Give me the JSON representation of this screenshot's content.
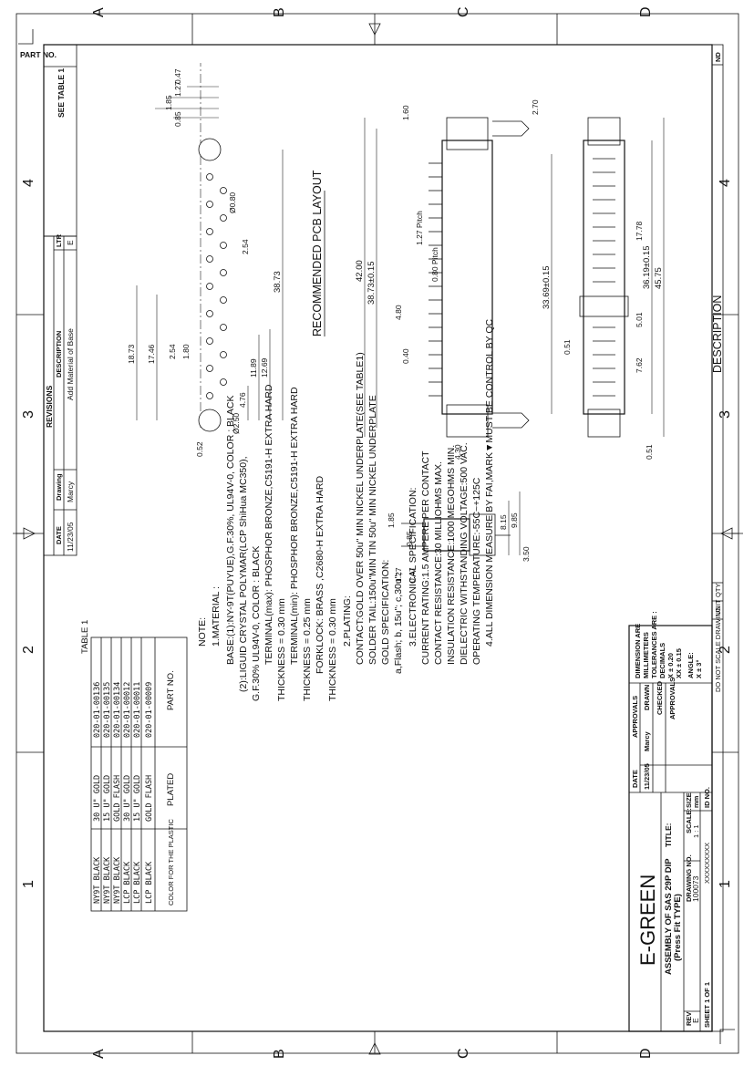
{
  "zones": {
    "letters": [
      "A",
      "B",
      "C",
      "D"
    ],
    "numbers": [
      "4",
      "3",
      "2",
      "1"
    ]
  },
  "left_strip": {
    "nd": "ND",
    "description": "DESCRIPTION",
    "qty": "QTY",
    "unit": "UNIT",
    "dont_scale": "DO NOT SCALE DRAWING"
  },
  "part_no": {
    "label": "PART NO.",
    "value": "SEE TABLE 1"
  },
  "pcb_layout": {
    "title": "RECOMMENDED PCB LAYOUT",
    "dims": [
      "0.47",
      "1.27",
      "1.85",
      "0.85",
      "Ø0.80",
      "2.54",
      "38.73",
      "18.73",
      "17.46",
      "2.54",
      "1.80",
      "12.69",
      "11.89",
      "4.76",
      "Ø2.50",
      "0.52"
    ]
  },
  "side_view": {
    "dims": [
      "2.70",
      "1.60",
      "1.27 Pitch",
      "0.80 Pitch",
      "42.00",
      "38.73±0.15",
      "4.80",
      "0.40",
      "4.30"
    ]
  },
  "top_view": {
    "dims": [
      "45.75",
      "36.19±0.15",
      "17.78",
      "33.69±0.15",
      "5.01",
      "0.51",
      "7.62",
      "0.51"
    ]
  },
  "small_view": {
    "dims": [
      "9.85",
      "8.15",
      "1.85",
      "0.85",
      "3.50",
      "1.27",
      "0.47"
    ]
  },
  "revisions": {
    "title": "REVISIONS",
    "headers": [
      "LTR",
      "DESCRIPTION",
      "Drawing",
      "DATE"
    ],
    "rows": [
      {
        "ltr": "E",
        "description": "Add Material of Base",
        "drawing": "Marcy",
        "date": "11/23/05"
      }
    ]
  },
  "table1": {
    "title": "TABLE 1",
    "headers": [
      "PART NO.",
      "PLATED",
      "COLOR FOR THE PLASTIC"
    ],
    "rows": [
      [
        "020-01-00136",
        "30 U\" GOLD",
        "NY9T BLACK"
      ],
      [
        "020-01-00135",
        "15 U\" GOLD",
        "NY9T BLACK"
      ],
      [
        "020-01-00134",
        "GOLD FLASH",
        "NY9T BLACK"
      ],
      [
        "020-01-00012",
        "30 U\" GOLD",
        "LCP BLACK"
      ],
      [
        "020-01-00011",
        "15 U\" GOLD",
        "LCP BLACK"
      ],
      [
        "020-01-00009",
        "GOLD FLASH",
        "LCP BLACK"
      ]
    ]
  },
  "notes": [
    "NOTE:",
    "1.MATERIAL :",
    "BASE:(1):NY-9T(PUYUE),G.F.30%,  UL94V-0, COLOR : BLACK",
    "(2):LIGUID CRYSTAL POLYMAR(LCP ShiHua MC350),",
    "G.F.30%  UL94V-0, COLOR : BLACK",
    "TERMINAL(max): PHOSPHOR BRONZE,C5191-H EXTRA HARD",
    "THICKNESS = 0.30 mm",
    "TERMINAL(min): PHOSPHOR BRONZE,C5191-H EXTRA HARD",
    "THICKNESS = 0.25 mm",
    "FORKLOCK: BRASS ,C2680-H EXTRA HARD",
    "THICKNESS = 0.30 mm",
    "2.PLATING:",
    "CONTACT:GOLD OVER 50u\" MIN NICKEL UNDERPLATE(SEE TABLE1)",
    "SOLDER TAIL:150u\"MIN TIN 50u\" MIN NICKEL UNDERPLATE",
    "GOLD SPECIFICATION:",
    "a,Flash; b, 15u\"; c,30u\";",
    "3.ELECTRONICAL SPECIFICATION:",
    "CURRENT RATING:1.5 AMPERE PER CONTACT",
    "CONTACT RESISTANCE:30 MILLIOHMS MAX.",
    "INSULATION RESISTANCE:1000 MEGOHMS MIN.",
    "DIELECTRIC WITHSTANDING VOLTAGE:500 VAC.",
    "OPERATING TEMPERATURE:-55C~+125C",
    "4.ALL DIMENSION MEASURE BY FAI,MARK▼MUST BE CONTROL BY QC"
  ],
  "title_block": {
    "tolerances": [
      "DIMENSION ARE",
      "MILLIMETERS",
      "TOLERANCES ARE :",
      "DECIMALS",
      "X  ± 0.20",
      "XX ± 0.15",
      "ANGLE:",
      "X  ± 3°"
    ],
    "approvals_header": [
      "APPROVALS",
      "DATE"
    ],
    "drawn_label": "DRAWN",
    "drawn_by": "Marcy",
    "drawn_date": "11/23/05",
    "checked_label": "CHECKED",
    "approvals_label": "APPROVALS",
    "company": "E-GREEN",
    "title_label": "TITLE:",
    "title_line1": "ASSEMBLY OF SAS 29P DIP",
    "title_line2": "(Press Fit TYPE)",
    "size_label": "SIZE",
    "size_value": "mm",
    "scale_label": "SCALE:",
    "scale_value": "1 : 1",
    "drawing_no_label": "DRAWING NO.",
    "drawing_no_value": "100073",
    "rev_label": "REV",
    "rev_value": "E",
    "id_label": "ID NO.",
    "id_value": "XXXXXXXXX",
    "sheet": "SHEET 1 OF 1"
  }
}
